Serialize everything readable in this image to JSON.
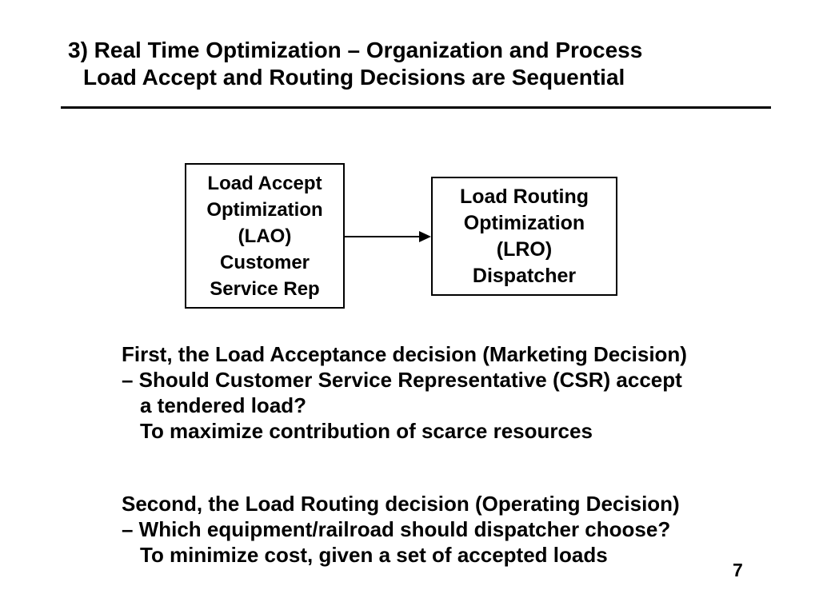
{
  "slide": {
    "title_lines": [
      "3) Real Time Optimization – Organization and Process",
      "Load Accept and Routing Decisions are Sequential"
    ],
    "diagram": {
      "lao_box": {
        "lines": [
          "Load Accept",
          "Optimization",
          "(LAO)",
          "Customer",
          "Service Rep"
        ]
      },
      "lro_box": {
        "lines": [
          "Load Routing",
          "Optimization",
          "(LRO)",
          "Dispatcher"
        ]
      },
      "connector": "arrow-right"
    },
    "paragraphs": [
      {
        "lines": [
          {
            "text": "First, the Load Acceptance decision (Marketing Decision)",
            "indent": false
          },
          {
            "text": "– Should Customer Service Representative (CSR) accept",
            "indent": false
          },
          {
            "text": "a tendered load?",
            "indent": true
          },
          {
            "text": "To maximize contribution of scarce resources",
            "indent": true
          }
        ]
      },
      {
        "lines": [
          {
            "text": "Second, the Load Routing decision (Operating Decision)",
            "indent": false
          },
          {
            "text": "– Which equipment/railroad should dispatcher choose?",
            "indent": false
          },
          {
            "text": "To minimize cost, given a set of accepted loads",
            "indent": true
          }
        ]
      }
    ],
    "page_number": "7",
    "colors": {
      "text": "#000000",
      "background": "#ffffff"
    }
  }
}
